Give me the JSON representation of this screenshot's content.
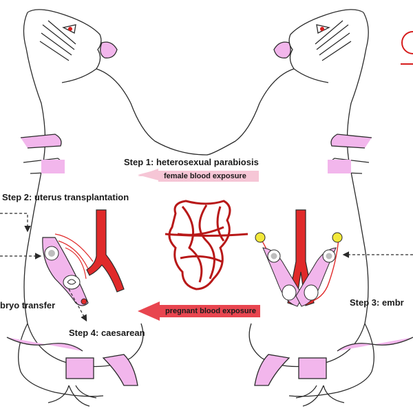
{
  "labels": {
    "step1": "Step 1: heterosexual parabiosis",
    "step2": "Step 2: uterus transplantation",
    "step3": "Step 3: embr",
    "step4": "Step 4: caesarean",
    "embryo_transfer_left": "bryo transfer"
  },
  "arrows": {
    "female_blood": "female blood exposure",
    "pregnant_blood": "pregnant blood exposure"
  },
  "colors": {
    "outline": "#2a2a2a",
    "pink": "#f2b6ec",
    "vessel": "#e02a2a",
    "vessel_dark": "#b81818",
    "arrow_fill": "#e8454f",
    "arrow_light": "#f6c6d6",
    "ovary": "#f2e83a",
    "logo": "#d61c1c"
  },
  "icons": [
    "rat-left-icon",
    "rat-right-icon",
    "uterus-graft-icon",
    "donor-uterus-icon",
    "vascular-network-icon",
    "logo-icon"
  ]
}
